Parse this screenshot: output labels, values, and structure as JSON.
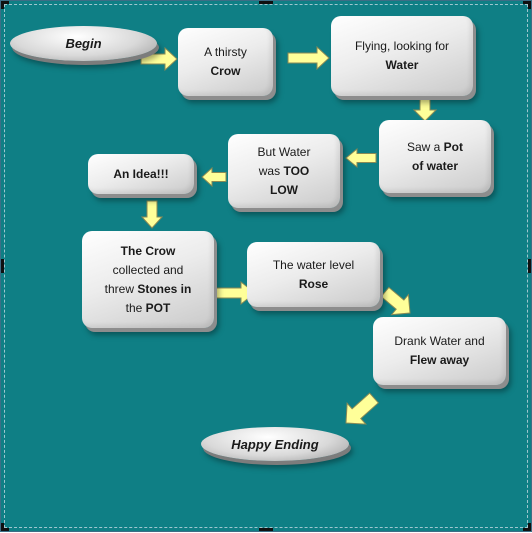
{
  "diagram": {
    "start": "Begin",
    "end": "Happy Ending",
    "steps": [
      {
        "lines": [
          {
            "text": "A thirsty",
            "bold": false
          },
          {
            "text": "Crow",
            "bold": true
          }
        ]
      },
      {
        "lines": [
          {
            "text": "Flying, looking for",
            "bold": false
          },
          {
            "text": "Water",
            "bold": true
          }
        ]
      },
      {
        "lines": [
          {
            "text": "Saw a ",
            "bold": false,
            "tail": "Pot",
            "tailBold": true
          },
          {
            "text": "of water",
            "bold": true
          }
        ]
      },
      {
        "lines": [
          {
            "text": "But Water",
            "bold": false
          },
          {
            "text": "was ",
            "bold": false,
            "tail": "TOO",
            "tailBold": true
          },
          {
            "text": "LOW",
            "bold": true
          }
        ]
      },
      {
        "lines": [
          {
            "text": "An Idea!!!",
            "bold": true
          }
        ]
      },
      {
        "lines": [
          {
            "text": "The Crow",
            "bold": true
          },
          {
            "text": "collected and",
            "bold": false
          },
          {
            "text": "threw ",
            "bold": false,
            "tail": "Stones in",
            "tailBold": true
          },
          {
            "text": "the ",
            "bold": false,
            "tail": "POT",
            "tailBold": true
          }
        ]
      },
      {
        "lines": [
          {
            "text": "The water level",
            "bold": false
          },
          {
            "text": "Rose",
            "bold": true
          }
        ]
      },
      {
        "lines": [
          {
            "text": "Drank Water and",
            "bold": false
          },
          {
            "text": "Flew away",
            "bold": true
          }
        ]
      }
    ],
    "colors": {
      "background": "#0f7f85",
      "arrow_fill": "#ffff99",
      "arrow_stroke": "#8a8a55"
    }
  }
}
